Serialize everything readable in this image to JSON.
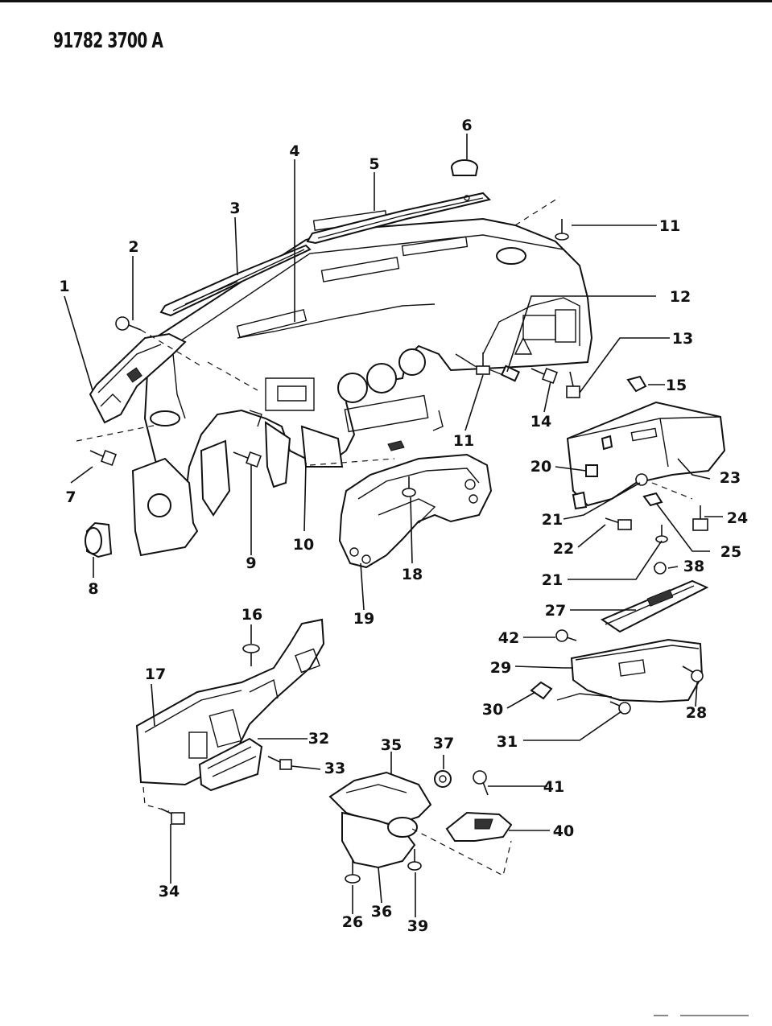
{
  "page_code": "91782 3700 A",
  "callouts": [
    {
      "id": "c1",
      "text": "1"
    },
    {
      "id": "c2",
      "text": "2"
    },
    {
      "id": "c3",
      "text": "3"
    },
    {
      "id": "c4",
      "text": "4"
    },
    {
      "id": "c5",
      "text": "5"
    },
    {
      "id": "c6",
      "text": "6"
    },
    {
      "id": "c7",
      "text": "7"
    },
    {
      "id": "c8",
      "text": "8"
    },
    {
      "id": "c9",
      "text": "9"
    },
    {
      "id": "c10",
      "text": "10"
    },
    {
      "id": "c11a",
      "text": "11"
    },
    {
      "id": "c11b",
      "text": "11"
    },
    {
      "id": "c12",
      "text": "12"
    },
    {
      "id": "c13",
      "text": "13"
    },
    {
      "id": "c14",
      "text": "14"
    },
    {
      "id": "c15",
      "text": "15"
    },
    {
      "id": "c16",
      "text": "16"
    },
    {
      "id": "c17",
      "text": "17"
    },
    {
      "id": "c18",
      "text": "18"
    },
    {
      "id": "c19",
      "text": "19"
    },
    {
      "id": "c20",
      "text": "20"
    },
    {
      "id": "c21a",
      "text": "21"
    },
    {
      "id": "c21b",
      "text": "21"
    },
    {
      "id": "c22",
      "text": "22"
    },
    {
      "id": "c23",
      "text": "23"
    },
    {
      "id": "c24",
      "text": "24"
    },
    {
      "id": "c25",
      "text": "25"
    },
    {
      "id": "c26",
      "text": "26"
    },
    {
      "id": "c27",
      "text": "27"
    },
    {
      "id": "c28",
      "text": "28"
    },
    {
      "id": "c29",
      "text": "29"
    },
    {
      "id": "c30",
      "text": "30"
    },
    {
      "id": "c31",
      "text": "31"
    },
    {
      "id": "c32",
      "text": "32"
    },
    {
      "id": "c33",
      "text": "33"
    },
    {
      "id": "c34",
      "text": "34"
    },
    {
      "id": "c35",
      "text": "35"
    },
    {
      "id": "c36",
      "text": "36"
    },
    {
      "id": "c37",
      "text": "37"
    },
    {
      "id": "c38",
      "text": "38"
    },
    {
      "id": "c39",
      "text": "39"
    },
    {
      "id": "c40",
      "text": "40"
    },
    {
      "id": "c41",
      "text": "41"
    },
    {
      "id": "c42",
      "text": "42"
    }
  ]
}
